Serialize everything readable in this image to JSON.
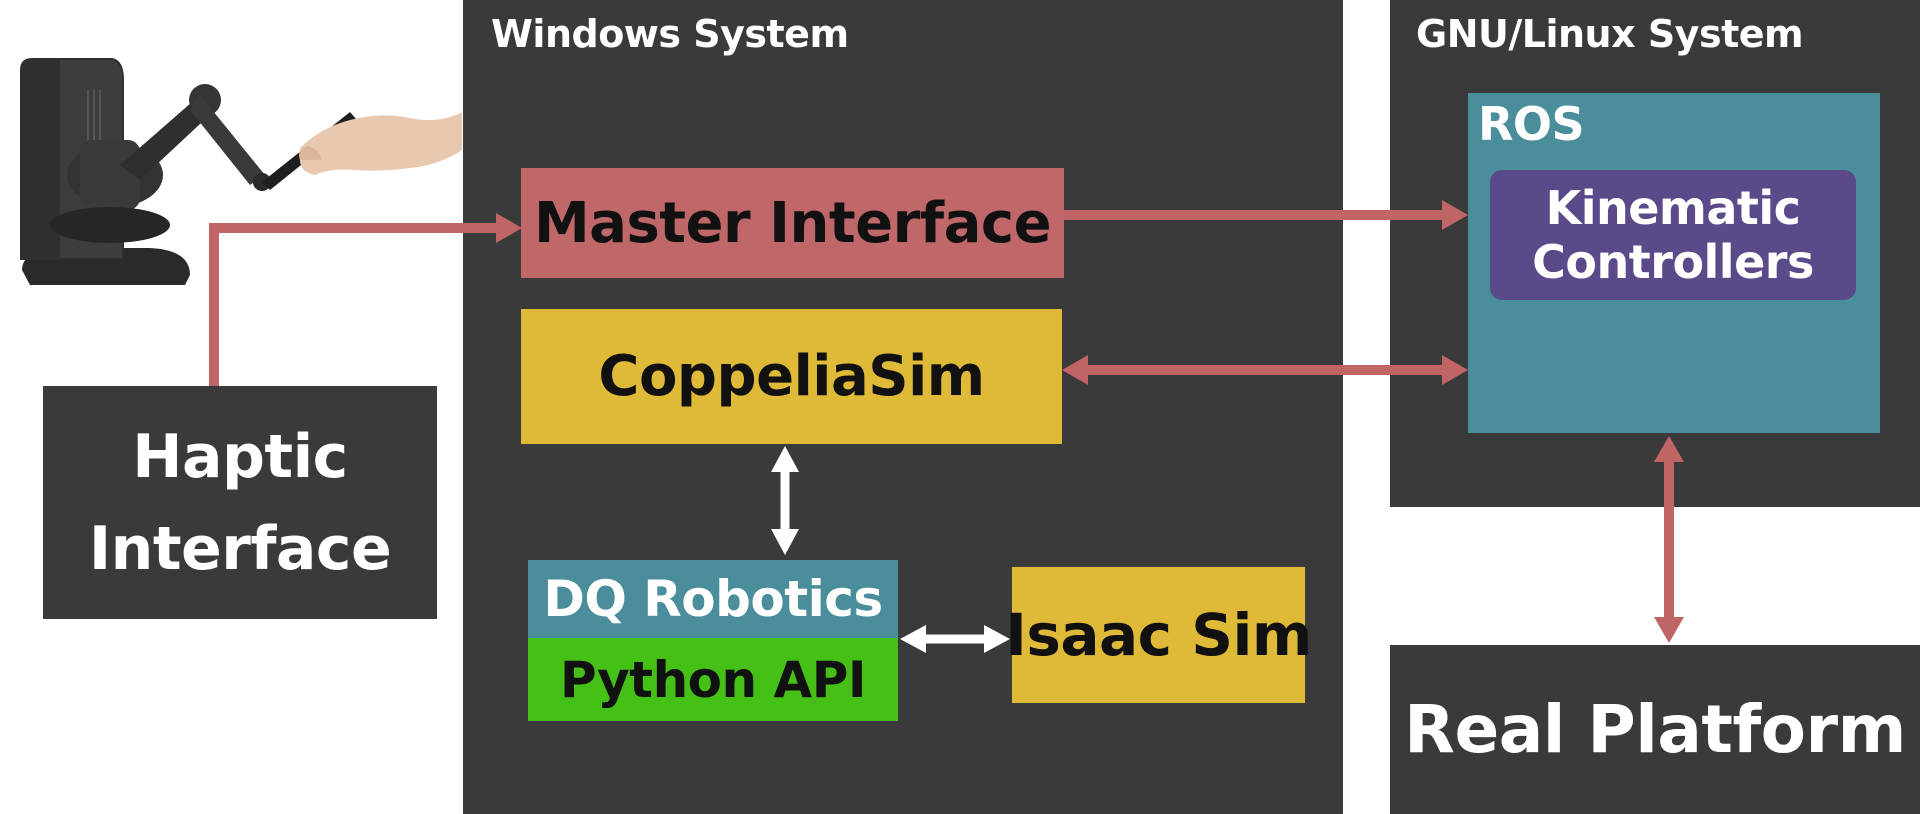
{
  "panels": {
    "windows": {
      "title": "Windows System"
    },
    "linux": {
      "title": "GNU/Linux System"
    },
    "ros": {
      "title": "ROS"
    }
  },
  "nodes": {
    "master_interface": {
      "label": "Master Interface"
    },
    "coppeliasim": {
      "label": "CoppeliaSim"
    },
    "dq_robotics": {
      "label": "DQ Robotics"
    },
    "python_api": {
      "label": "Python API"
    },
    "isaac_sim": {
      "label": "Isaac Sim"
    },
    "kinematic_controllers": {
      "line1": "Kinematic",
      "line2": "Controllers"
    },
    "haptic_interface": {
      "line1": "Haptic",
      "line2": "Interface"
    },
    "real_platform": {
      "label": "Real Platform"
    }
  },
  "colors": {
    "panel": "#3a3a3a",
    "master": "#bf6769",
    "coppelia": "#dfba38",
    "dq": "#4a8d9b",
    "python": "#45c016",
    "isaac": "#dfba38",
    "ros": "#4a8d9b",
    "kinematic": "#5b4a8a",
    "arrow_red": "#c16466",
    "arrow_white": "#ffffff"
  },
  "icons": {
    "haptic_device": "haptic-device-with-hand"
  }
}
